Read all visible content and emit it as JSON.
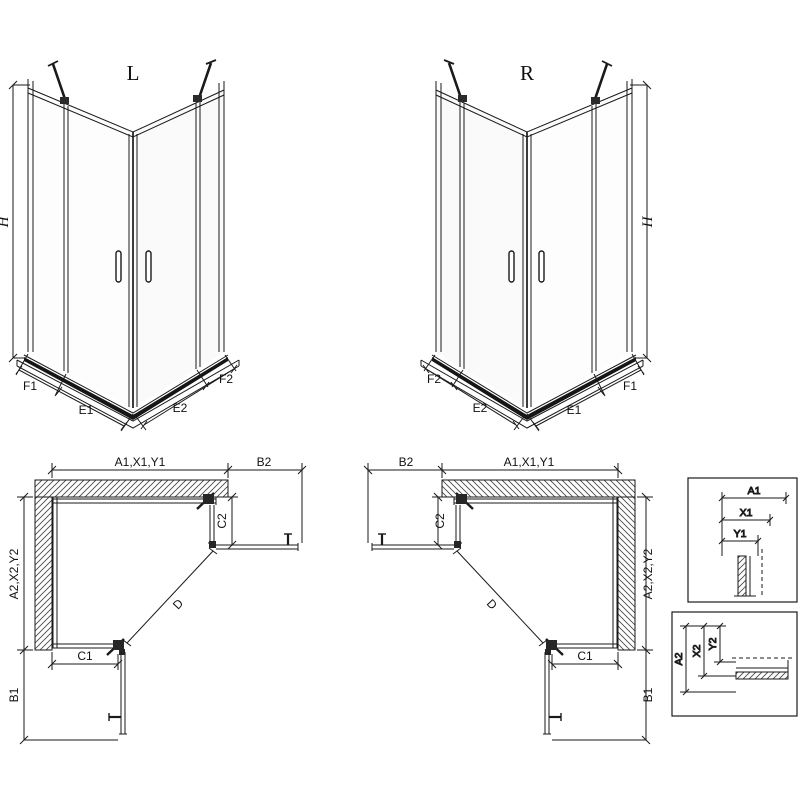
{
  "line_color": "#1a1a1a",
  "iso_left": {
    "label": "L",
    "height": "H",
    "seg1": "F1",
    "seg2": "E1",
    "seg3": "E2",
    "seg4": "F2"
  },
  "iso_right": {
    "label": "R",
    "height": "H",
    "seg1": "F2",
    "seg2": "E2",
    "seg3": "E1",
    "seg4": "F1"
  },
  "plan_left": {
    "top": "A1,X1,Y1",
    "overhang_top": "B2",
    "side": "A2,X2,Y2",
    "overhang_side": "B1",
    "fixed_top": "C2",
    "fixed_bottom": "C1",
    "diagonal": "D"
  },
  "plan_right": {
    "top": "A1,X1,Y1",
    "overhang_top": "B2",
    "side": "A2,X2,Y2",
    "overhang_side": "B1",
    "fixed_top": "C2",
    "fixed_bottom": "C1",
    "diagonal": "D"
  },
  "detail_top": {
    "dim1": "A1",
    "dim2": "X1",
    "dim3": "Y1"
  },
  "detail_bottom": {
    "dim1": "A2",
    "dim2": "X2",
    "dim3": "Y2"
  }
}
